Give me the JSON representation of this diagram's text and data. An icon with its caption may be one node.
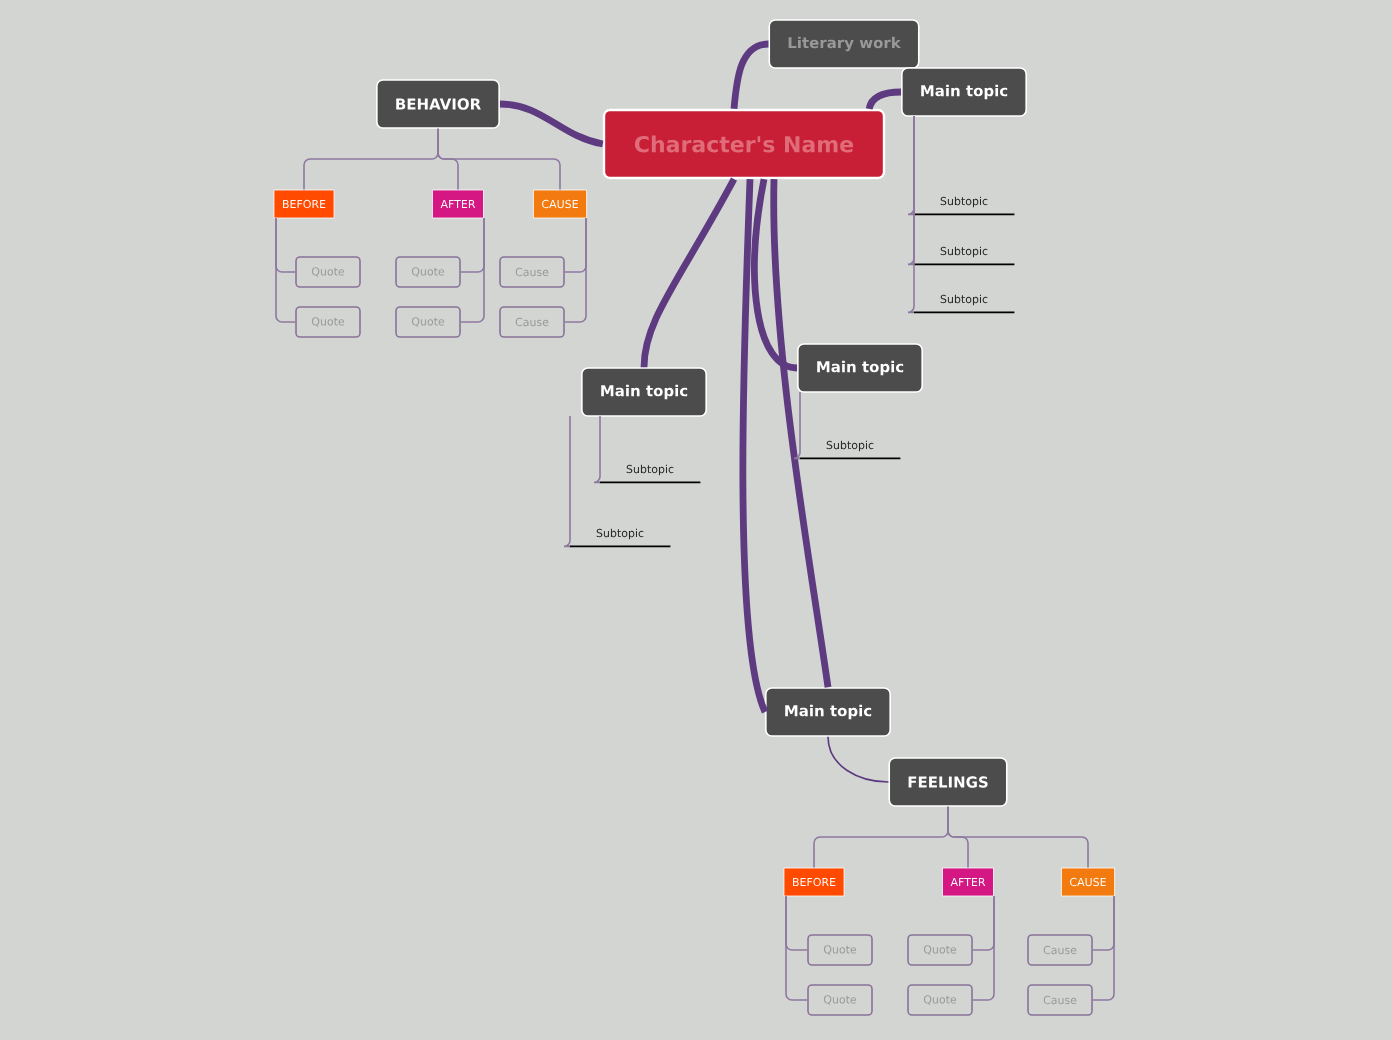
{
  "diagram": {
    "nodes": [
      {
        "text": [
          "Character's Name"
        ]
      },
      {
        "text": [
          "BEHAVIOR"
        ]
      },
      {
        "text": [
          "BEFORE"
        ]
      },
      {
        "text": [
          "AFTER"
        ]
      },
      {
        "text": [
          "CAUSE"
        ]
      },
      {
        "text": [
          "Quote"
        ]
      },
      {
        "text": [
          "Quote"
        ]
      },
      {
        "text": [
          "Quote"
        ]
      },
      {
        "text": [
          "Quote"
        ]
      },
      {
        "text": [
          "Cause"
        ]
      },
      {
        "text": [
          "Cause"
        ]
      },
      {
        "text": [
          "Literary work"
        ]
      },
      {
        "text": [
          "Main topic"
        ]
      },
      {
        "text": [
          "Subtopic"
        ]
      },
      {
        "text": [
          "Subtopic"
        ]
      },
      {
        "text": [
          "Subtopic"
        ]
      },
      {
        "text": [
          "Main topic"
        ]
      },
      {
        "text": [
          "Subtopic"
        ]
      },
      {
        "text": [
          "Main topic"
        ]
      },
      {
        "text": [
          "Subtopic"
        ]
      },
      {
        "text": [
          "Subtopic"
        ]
      },
      {
        "text": [
          "Main topic"
        ]
      },
      {
        "text": [
          "FEELINGS"
        ]
      },
      {
        "text": [
          "BEFORE"
        ]
      },
      {
        "text": [
          "AFTER"
        ]
      },
      {
        "text": [
          "CAUSE"
        ]
      },
      {
        "text": [
          "Quote"
        ]
      },
      {
        "text": [
          "Quote"
        ]
      },
      {
        "text": [
          "Quote"
        ]
      },
      {
        "text": [
          "Quote"
        ]
      },
      {
        "text": [
          "Cause"
        ]
      },
      {
        "text": [
          "Cause"
        ]
      }
    ],
    "edges": [
      {
        "from": 0,
        "to": 1,
        "arrow": "none",
        "style": "thick",
        "color": "#5e3a80"
      },
      {
        "from": 0,
        "to": 11,
        "arrow": "none",
        "style": "thick",
        "color": "#5e3a80"
      },
      {
        "from": 0,
        "to": 12,
        "arrow": "none",
        "style": "thick",
        "color": "#5e3a80"
      },
      {
        "from": 0,
        "to": 16,
        "arrow": "none",
        "style": "thick",
        "color": "#5e3a80"
      },
      {
        "from": 0,
        "to": 18,
        "arrow": "none",
        "style": "thick",
        "color": "#5e3a80"
      },
      {
        "from": 0,
        "to": 21,
        "arrow": "none",
        "style": "thick",
        "color": "#5e3a80"
      },
      {
        "from": 0,
        "to": 21,
        "arrow": "none",
        "style": "thick",
        "color": "#5e3a80"
      },
      {
        "from": 1,
        "to": 2,
        "arrow": "none"
      },
      {
        "from": 1,
        "to": 3,
        "arrow": "none"
      },
      {
        "from": 1,
        "to": 4,
        "arrow": "none"
      },
      {
        "from": 2,
        "to": 5,
        "arrow": "none"
      },
      {
        "from": 2,
        "to": 6,
        "arrow": "none"
      },
      {
        "from": 3,
        "to": 7,
        "arrow": "none"
      },
      {
        "from": 3,
        "to": 8,
        "arrow": "none"
      },
      {
        "from": 4,
        "to": 9,
        "arrow": "none"
      },
      {
        "from": 4,
        "to": 10,
        "arrow": "none"
      },
      {
        "from": 12,
        "to": 13,
        "arrow": "none"
      },
      {
        "from": 12,
        "to": 14,
        "arrow": "none"
      },
      {
        "from": 12,
        "to": 15,
        "arrow": "none"
      },
      {
        "from": 16,
        "to": 17,
        "arrow": "none"
      },
      {
        "from": 18,
        "to": 19,
        "arrow": "none"
      },
      {
        "from": 18,
        "to": 20,
        "arrow": "none"
      },
      {
        "from": 21,
        "to": 22,
        "arrow": "none",
        "color": "#5e3a80"
      },
      {
        "from": 22,
        "to": 23,
        "arrow": "none"
      },
      {
        "from": 22,
        "to": 24,
        "arrow": "none"
      },
      {
        "from": 22,
        "to": 25,
        "arrow": "none"
      },
      {
        "from": 23,
        "to": 26,
        "arrow": "none"
      },
      {
        "from": 23,
        "to": 27,
        "arrow": "none"
      },
      {
        "from": 24,
        "to": 28,
        "arrow": "none"
      },
      {
        "from": 24,
        "to": 29,
        "arrow": "none"
      },
      {
        "from": 25,
        "to": 30,
        "arrow": "none"
      },
      {
        "from": 25,
        "to": 31,
        "arrow": "none"
      }
    ]
  }
}
